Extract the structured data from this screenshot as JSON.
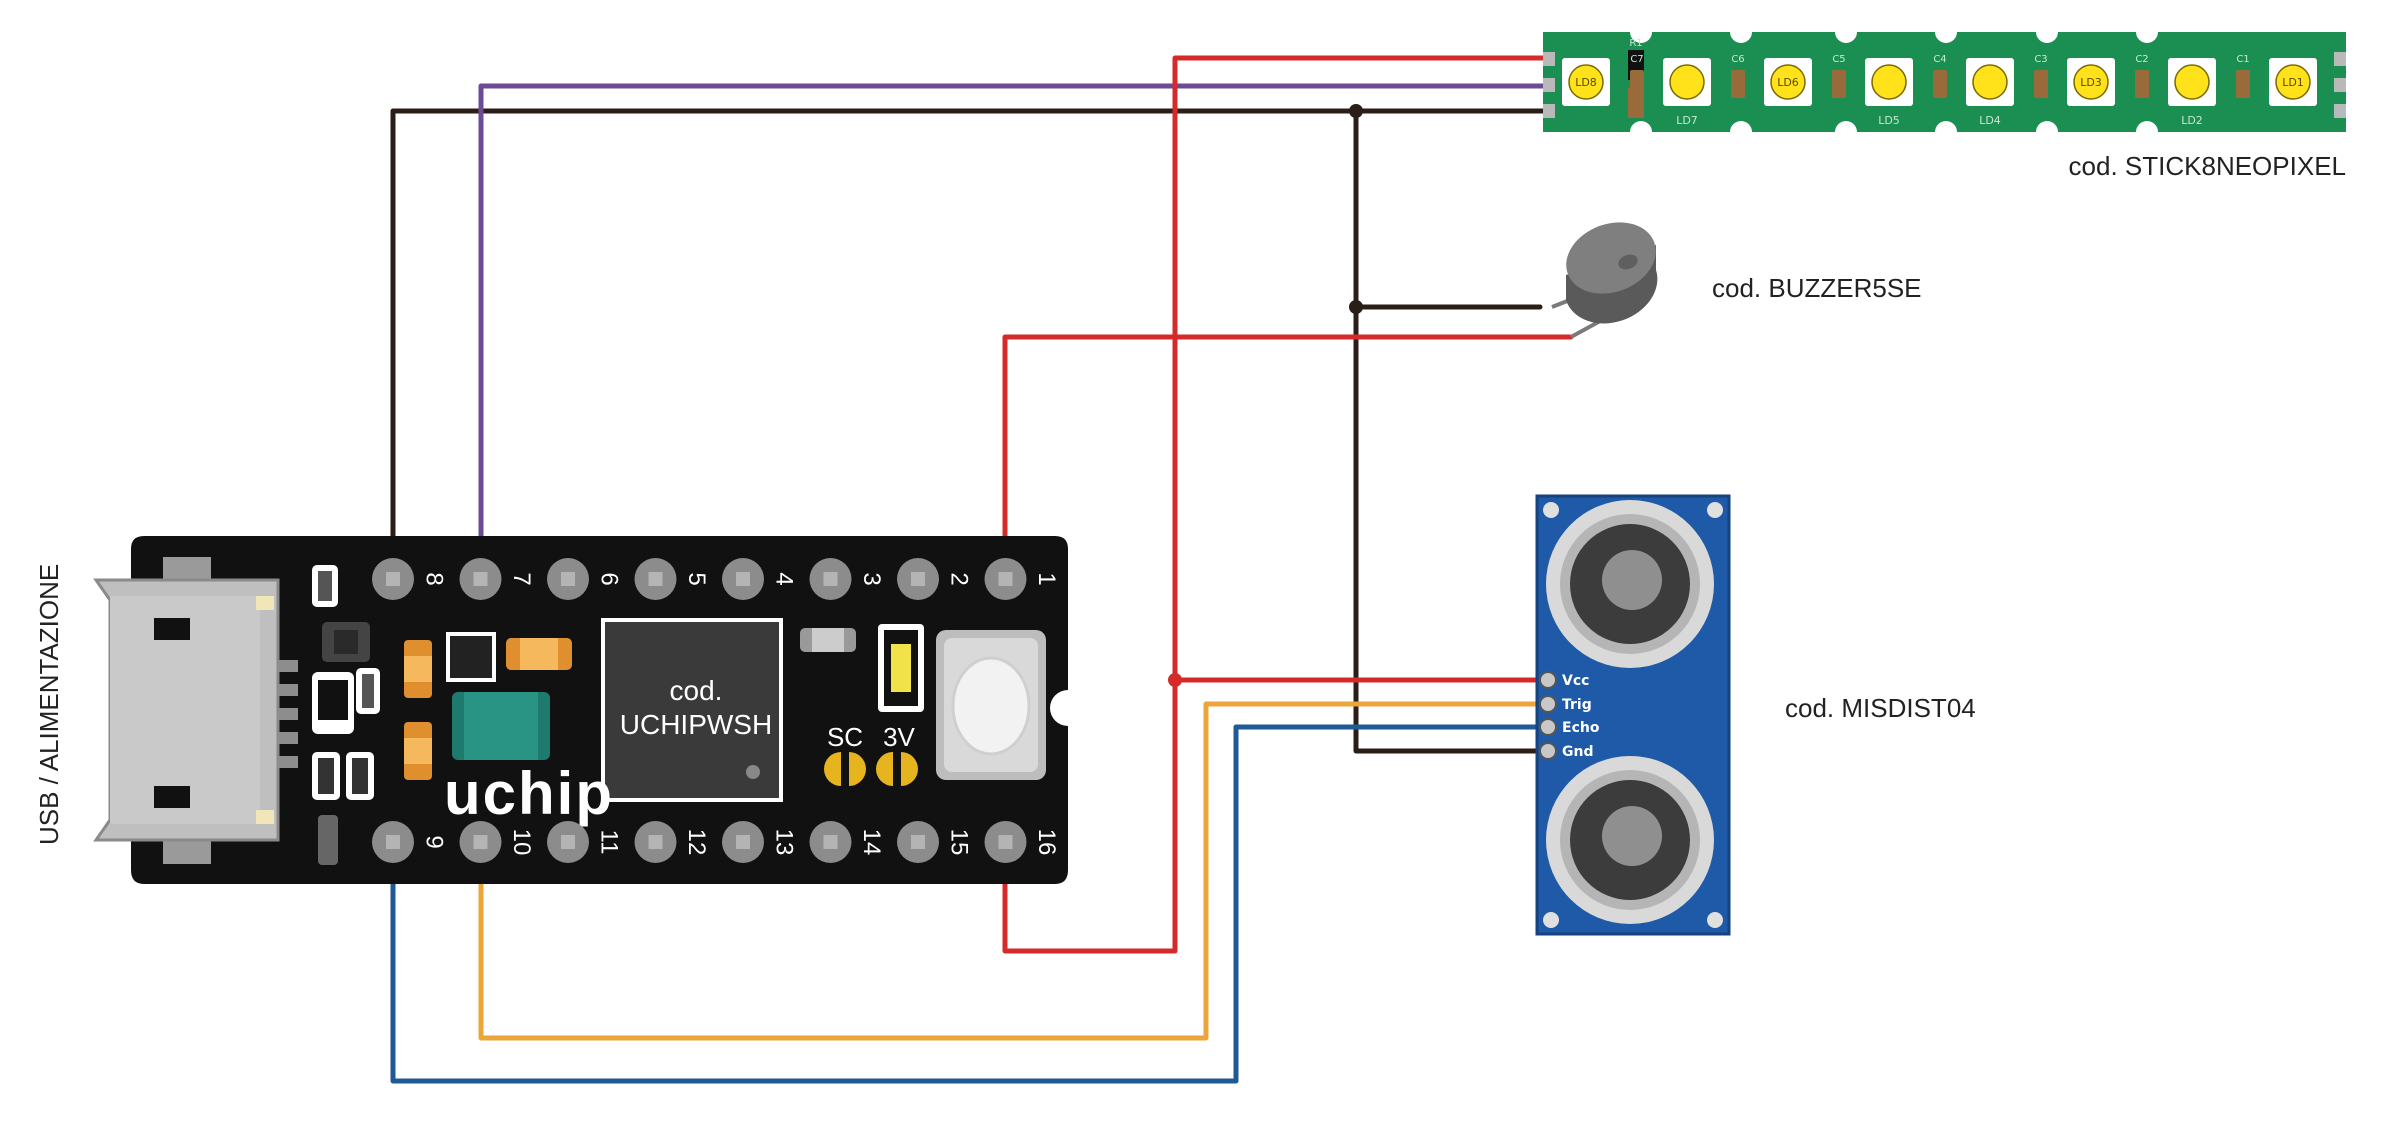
{
  "colors": {
    "wire_black": "#2b1d17",
    "wire_purple": "#6b4a96",
    "wire_red": "#d42a2a",
    "wire_orange": "#eba53a",
    "wire_blue": "#1f5a96",
    "board_black": "#111111",
    "strip_green": "#1b8f52",
    "sensor_blue": "#1f5aa8",
    "led_yellow": "#ffe21a"
  },
  "labels": {
    "usb": "USB / ALIMENTAZIONE",
    "uchip_code": "cod.",
    "uchip_name": "UCHIPWSH",
    "uchip_logo": "uchip",
    "sc": "SC",
    "v3": "3V",
    "stick": "cod. STICK8NEOPIXEL",
    "buzzer": "cod. BUZZER5SE",
    "sensor": "cod. MISDIST04"
  },
  "pins_top": [
    "8",
    "7",
    "6",
    "5",
    "4",
    "3",
    "2",
    "1"
  ],
  "pins_bottom": [
    "9",
    "10",
    "11",
    "12",
    "13",
    "14",
    "15",
    "16"
  ],
  "sensor_pins": [
    "Vcc",
    "Trig",
    "Echo",
    "Gnd"
  ],
  "strip_leds": [
    "LD8",
    "LD7",
    "LD6",
    "LD5",
    "LD4",
    "LD3",
    "LD2",
    "LD1"
  ],
  "strip_silk": [
    "R1",
    "C7",
    "C6",
    "C5",
    "C4",
    "C3",
    "C2",
    "C1"
  ],
  "strip_led_labels_text": [
    "LD8",
    "",
    "LD6",
    "",
    "",
    "LD3",
    "",
    "LD1"
  ],
  "strip_led_under": [
    "",
    "LD7",
    "",
    "LD5",
    "LD4",
    "",
    "LD2",
    ""
  ]
}
